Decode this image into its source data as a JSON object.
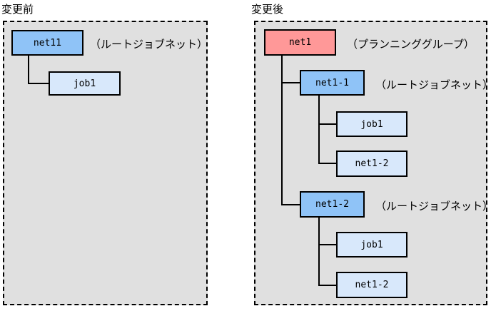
{
  "diagram": {
    "colors": {
      "planning_group_fill": "#ff9898",
      "root_jobnet_fill": "#8fc3f7",
      "child_unit_fill": "#d8e8fb",
      "panel_background": "#e0e0e0",
      "line_color": "#000000"
    },
    "before": {
      "title": "変更前",
      "net11": {
        "label": "net11",
        "annotation": "（ルートジョブネット）"
      },
      "job1": {
        "label": "job1"
      }
    },
    "after": {
      "title": "変更後",
      "net1": {
        "label": "net1",
        "annotation": "（プランニンググループ）"
      },
      "net1_1": {
        "label": "net1-1",
        "annotation": "（ルートジョブネット）"
      },
      "net1_1_job1": {
        "label": "job1"
      },
      "net1_1_net1_2": {
        "label": "net1-2"
      },
      "net1_2": {
        "label": "net1-2",
        "annotation": "（ルートジョブネット）"
      },
      "net1_2_job1": {
        "label": "job1"
      },
      "net1_2_net1_2": {
        "label": "net1-2"
      }
    }
  }
}
